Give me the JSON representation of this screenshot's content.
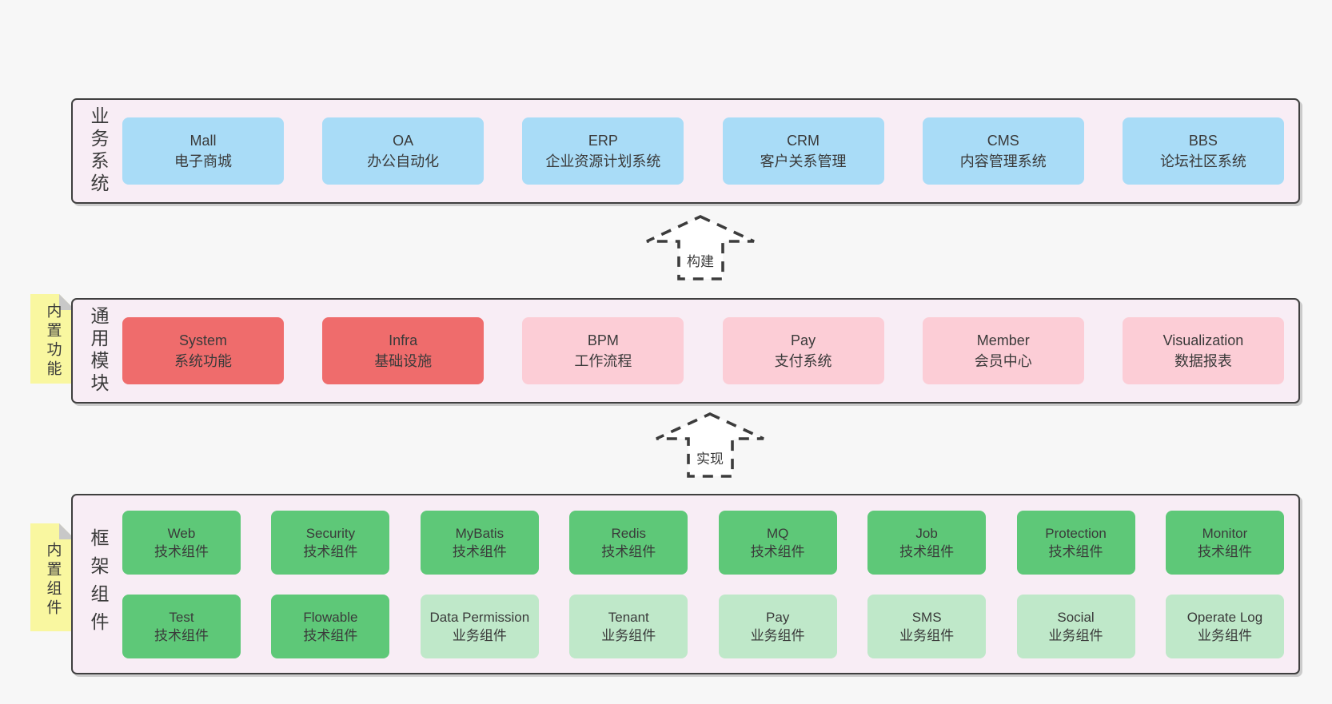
{
  "colors": {
    "pageBg": "#f7f7f7",
    "panelBg": "#f8edf5",
    "border": "#3f3f3f",
    "text": "#3a3a3a",
    "blue": "#a9dcf7",
    "red": "#ef6c6c",
    "pink": "#fccdd6",
    "green": "#5ec878",
    "lightgreen": "#bfe8c9",
    "noteBg": "#f9f7a0",
    "noteFold": "#c8c8c8",
    "arrowFill": "#ffffff",
    "arrowStroke": "#3c3c3c"
  },
  "bands": [
    {
      "id": "business-systems",
      "label": "业务系统",
      "side_note": null,
      "rows": [
        [
          {
            "title": "Mall",
            "subtitle": "电子商城",
            "type": "blue"
          },
          {
            "title": "OA",
            "subtitle": "办公自动化",
            "type": "blue"
          },
          {
            "title": "ERP",
            "subtitle": "企业资源计划系统",
            "type": "blue"
          },
          {
            "title": "CRM",
            "subtitle": "客户关系管理",
            "type": "blue"
          },
          {
            "title": "CMS",
            "subtitle": "内容管理系统",
            "type": "blue"
          },
          {
            "title": "BBS",
            "subtitle": "论坛社区系统",
            "type": "blue"
          }
        ]
      ]
    },
    {
      "id": "common-modules",
      "label": "通用模块",
      "side_note": "内置功能",
      "rows": [
        [
          {
            "title": "System",
            "subtitle": "系统功能",
            "type": "red"
          },
          {
            "title": "Infra",
            "subtitle": "基础设施",
            "type": "red"
          },
          {
            "title": "BPM",
            "subtitle": "工作流程",
            "type": "pink"
          },
          {
            "title": "Pay",
            "subtitle": "支付系统",
            "type": "pink"
          },
          {
            "title": "Member",
            "subtitle": "会员中心",
            "type": "pink"
          },
          {
            "title": "Visualization",
            "subtitle": "数据报表",
            "type": "pink"
          }
        ]
      ]
    },
    {
      "id": "framework-components",
      "label": "框架组件",
      "side_note": "内置组件",
      "rows": [
        [
          {
            "title": "Web",
            "subtitle": "技术组件",
            "type": "green"
          },
          {
            "title": "Security",
            "subtitle": "技术组件",
            "type": "green"
          },
          {
            "title": "MyBatis",
            "subtitle": "技术组件",
            "type": "green"
          },
          {
            "title": "Redis",
            "subtitle": "技术组件",
            "type": "green"
          },
          {
            "title": "MQ",
            "subtitle": "技术组件",
            "type": "green"
          },
          {
            "title": "Job",
            "subtitle": "技术组件",
            "type": "green"
          },
          {
            "title": "Protection",
            "subtitle": "技术组件",
            "type": "green"
          },
          {
            "title": "Monitor",
            "subtitle": "技术组件",
            "type": "green"
          }
        ],
        [
          {
            "title": "Test",
            "subtitle": "技术组件",
            "type": "green"
          },
          {
            "title": "Flowable",
            "subtitle": "技术组件",
            "type": "green"
          },
          {
            "title": "Data Permission",
            "subtitle": "业务组件",
            "type": "lightgreen"
          },
          {
            "title": "Tenant",
            "subtitle": "业务组件",
            "type": "lightgreen"
          },
          {
            "title": "Pay",
            "subtitle": "业务组件",
            "type": "lightgreen"
          },
          {
            "title": "SMS",
            "subtitle": "业务组件",
            "type": "lightgreen"
          },
          {
            "title": "Social",
            "subtitle": "业务组件",
            "type": "lightgreen"
          },
          {
            "title": "Operate Log",
            "subtitle": "业务组件",
            "type": "lightgreen"
          }
        ]
      ]
    }
  ],
  "arrows": [
    {
      "label": "构建"
    },
    {
      "label": "实现"
    }
  ]
}
